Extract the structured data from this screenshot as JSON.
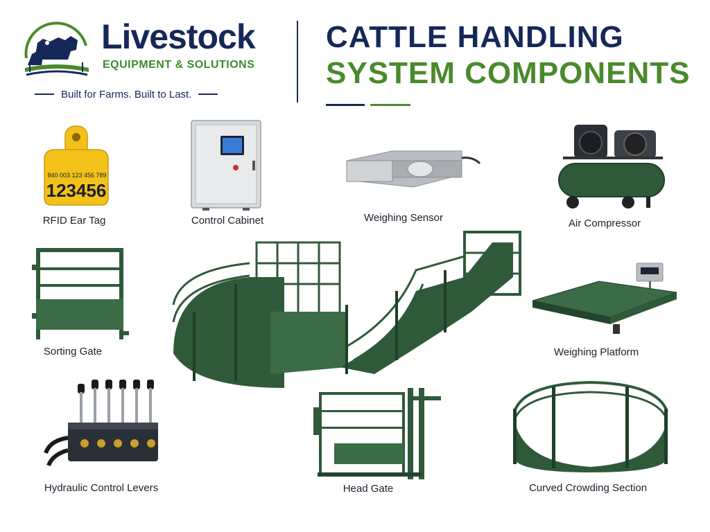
{
  "brand": {
    "name": "Livestock",
    "subtitle": "EQUIPMENT & SOLUTIONS",
    "tagline": "Built for Farms. Built to Last."
  },
  "title": {
    "line1": "CATTLE HANDLING",
    "line2": "SYSTEM COMPONENTS"
  },
  "colors": {
    "navy": "#16285a",
    "green": "#4a8a2c",
    "equipment_green": "#2f5a3a",
    "tag_yellow": "#f2c21a"
  },
  "ear_tag": {
    "small_number": "840 003 123 456 789",
    "large_number": "123456"
  },
  "components": [
    {
      "label": "RFID Ear Tag",
      "icon": "rfid-ear-tag-icon"
    },
    {
      "label": "Control Cabinet",
      "icon": "control-cabinet-icon"
    },
    {
      "label": "Weighing Sensor",
      "icon": "load-cell-icon"
    },
    {
      "label": "Air Compressor",
      "icon": "air-compressor-icon"
    },
    {
      "label": "Sorting Gate",
      "icon": "sorting-gate-icon"
    },
    {
      "label": "Weighing Platform",
      "icon": "weighing-platform-icon"
    },
    {
      "label": "Hydraulic Control Levers",
      "icon": "hydraulic-levers-icon"
    },
    {
      "label": "Head Gate",
      "icon": "head-gate-icon"
    },
    {
      "label": "Curved Crowding Section",
      "icon": "curved-crowding-section-icon"
    }
  ]
}
